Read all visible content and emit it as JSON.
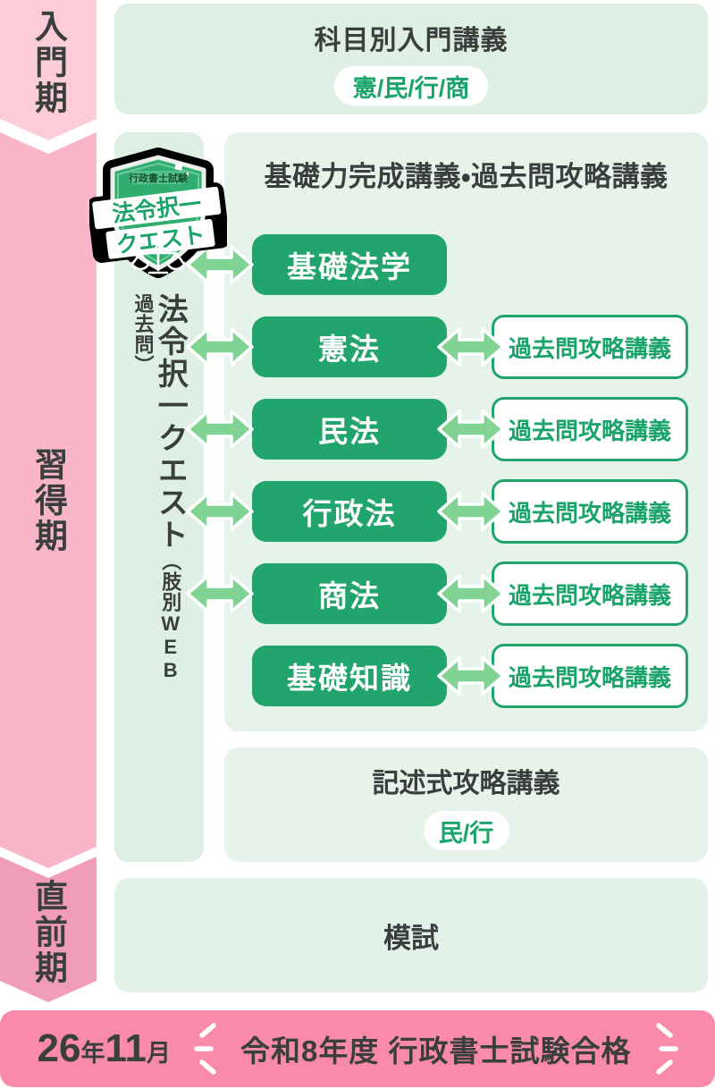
{
  "phases": [
    {
      "label": "入門期"
    },
    {
      "label": "習得期"
    },
    {
      "label": "直前期"
    }
  ],
  "intro_box": {
    "title": "科目別入門講義",
    "subjects_badge": "憲/民/行/商"
  },
  "quest_column": {
    "badge": {
      "top_label": "行政書士試験",
      "ribbon_line1": "法令択一",
      "ribbon_line2": "クエスト"
    },
    "vertical_main": "法令択一クエスト",
    "vertical_sub_parts": [
      "（肢別",
      "WEB",
      "過去問）"
    ]
  },
  "main_panel": {
    "title": "基礎力完成講義・過去問攻略講義",
    "rows": [
      {
        "subject": "基礎法学"
      },
      {
        "subject": "憲法",
        "kakomon": "過去問攻略講義"
      },
      {
        "subject": "民法",
        "kakomon": "過去問攻略講義"
      },
      {
        "subject": "行政法",
        "kakomon": "過去問攻略講義"
      },
      {
        "subject": "商法",
        "kakomon": "過去問攻略講義"
      },
      {
        "subject": "基礎知識",
        "kakomon": "過去問攻略講義"
      }
    ]
  },
  "kijutsu_panel": {
    "title": "記述式攻略講義",
    "subjects_badge": "民/行"
  },
  "moshi_panel": {
    "title": "模試"
  },
  "goal_bar": {
    "year": "26",
    "year_unit": "年",
    "month": "11",
    "month_unit": "月",
    "text": "令和8年度 行政書士試験合格"
  },
  "colors": {
    "phase_pink_light": "#fccdd9",
    "phase_pink_mid": "#f9b6c9",
    "phase_pink_dark": "#f09cba",
    "goal_bar_pink": "#f98aa9",
    "panel_green_light": "#def0e4",
    "panel_green": "#e6f3ea",
    "button_green": "#21a56d",
    "arrow_green": "#80d392",
    "text_dark": "#3a3f3d"
  }
}
